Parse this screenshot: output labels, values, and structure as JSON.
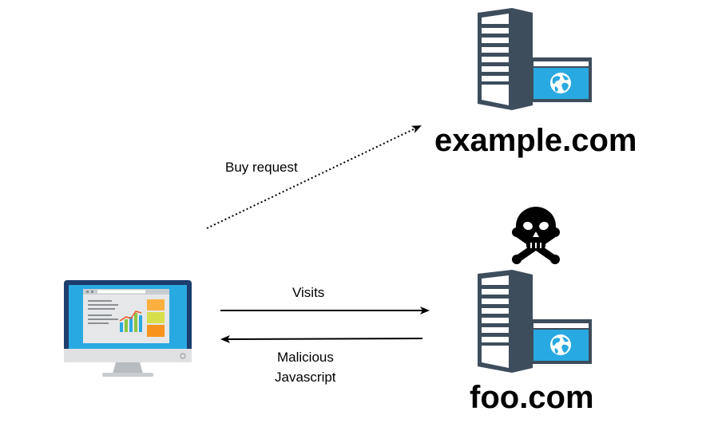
{
  "nodes": {
    "server_top": {
      "label": "example.com"
    },
    "server_bottom": {
      "label": "foo.com"
    },
    "client": {
      "label": ""
    }
  },
  "edges": {
    "buy_request": {
      "label": "Buy request",
      "style": "dotted"
    },
    "visits": {
      "label": "Visits",
      "style": "solid"
    },
    "malicious_js": {
      "label_line1": "Malicious",
      "label_line2": "Javascript",
      "style": "solid"
    }
  },
  "icons": {
    "server": "server-with-globe-icon",
    "client": "desktop-computer-icon",
    "danger": "skull-crossbones-icon"
  },
  "colors": {
    "server_dark": "#3d4d5c",
    "server_light": "#ffffff",
    "browser_blue": "#29a9e1",
    "monitor_frame": "#1c3d6e",
    "monitor_screen": "#29a9e1",
    "stand_gray": "#c9cdd1",
    "skull": "#000000"
  }
}
